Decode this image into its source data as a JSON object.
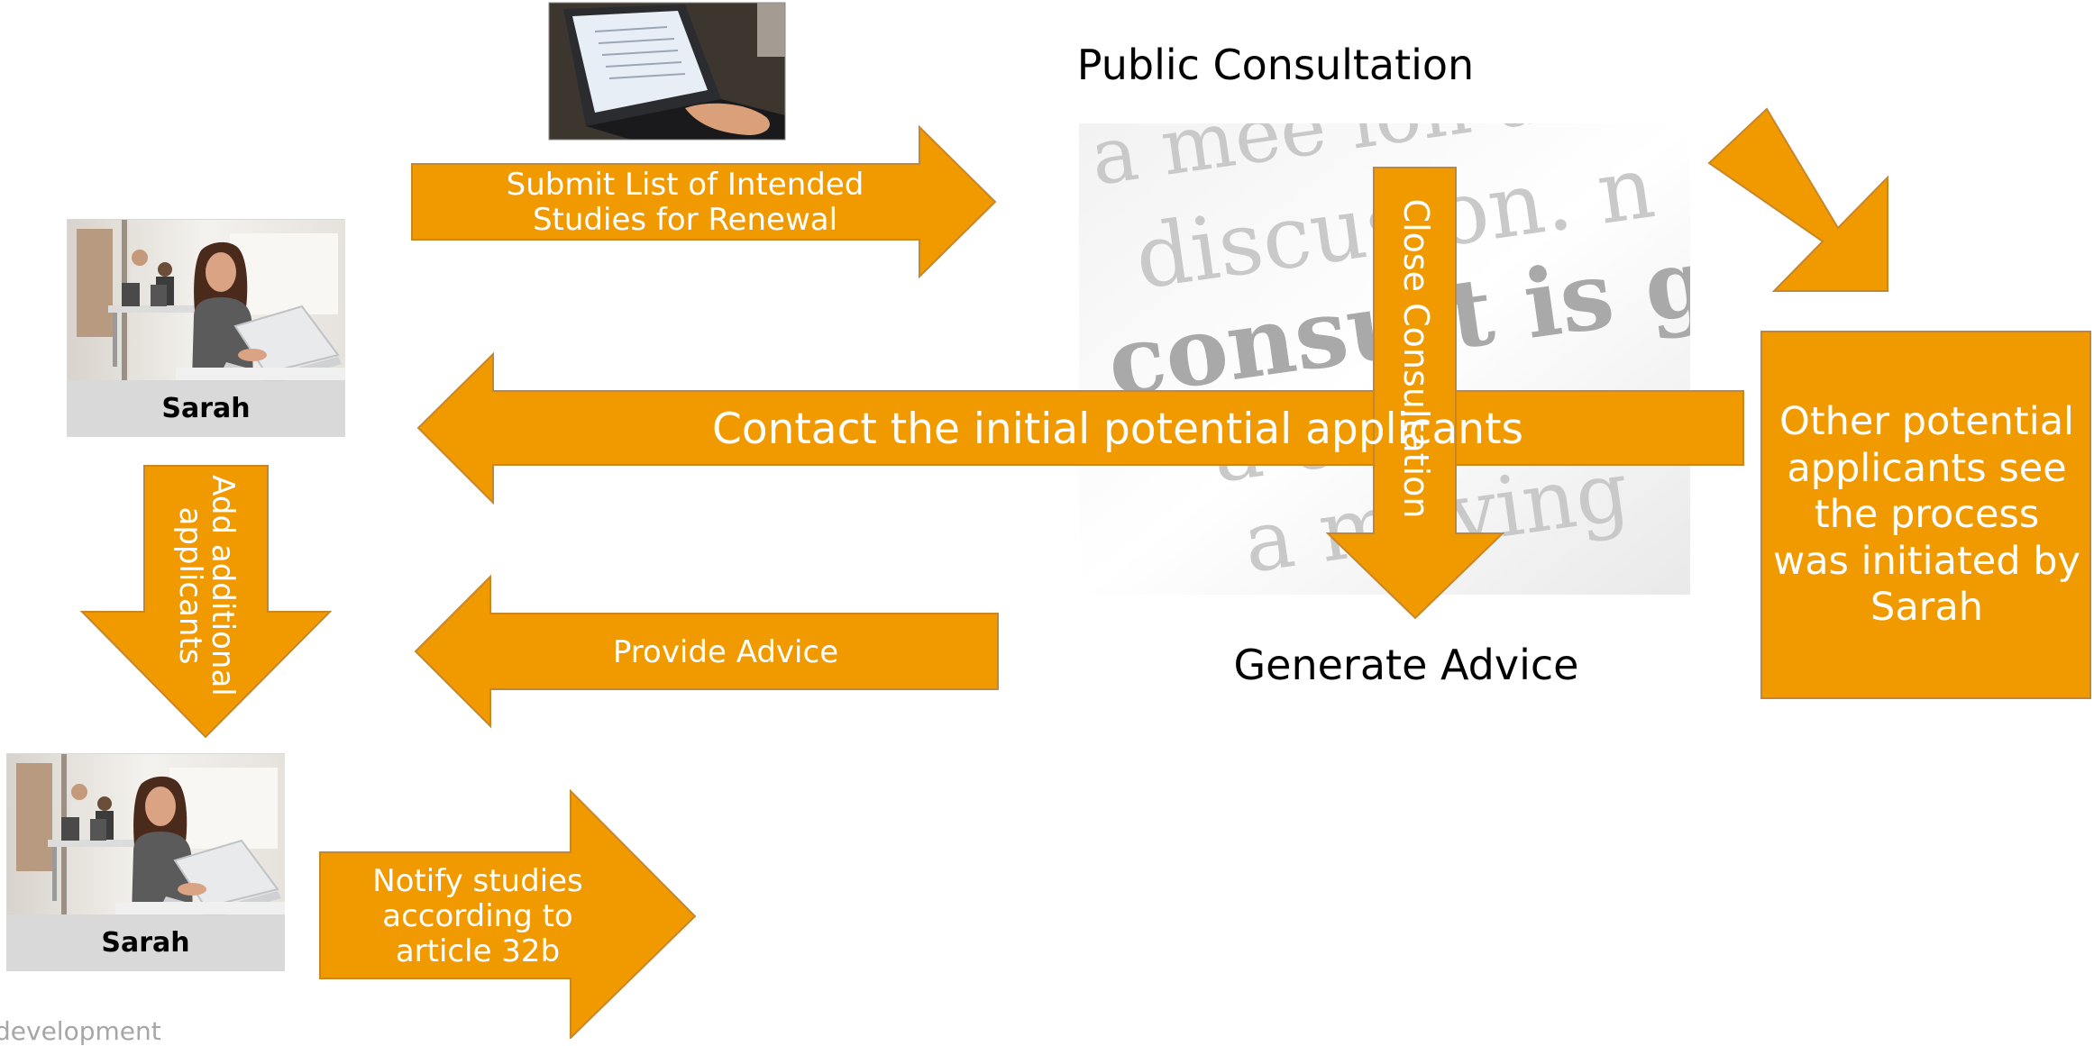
{
  "colors": {
    "arrow_fill": "#F09A00",
    "arrow_stroke": "#C8862A",
    "label_on_arrow": "#FFFFFF",
    "name_plate": "#D9D9D9"
  },
  "icons": {
    "laptop_photo": "laptop-typing-photo",
    "sarah_photo": "woman-at-laptop-photo",
    "consultation_photo": "consultation-dictionary-photo"
  },
  "diagram": {
    "submit_label": "Submit List of Intended Studies for Renewal",
    "public_consultation_title": "Public Consultation",
    "consultation_words": [
      "a mee  ion ab",
      "discus  on. n",
      "consult  is give",
      "a  eting",
      "a m  iving"
    ],
    "close_consultation_label": "Close Consultation",
    "contact_label": "Contact the initial potential applicants",
    "other_applicants_label": "Other potential applicants see the process was initiated by Sarah",
    "add_applicants_label": "Add additional applicants",
    "provide_advice_label": "Provide Advice",
    "generate_advice_label": "Generate Advice",
    "notify_label": "Notify studies according to article 32b",
    "sarah_top_name": "Sarah",
    "sarah_bottom_name": "Sarah",
    "footer_text": "development"
  }
}
